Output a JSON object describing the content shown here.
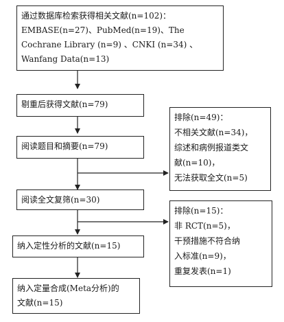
{
  "flow": {
    "identified": [
      "通过数据库检索获得相关文献(n=102)：",
      "EMBASE(n=27)、PubMed(n=19)、The",
      "Cochrane Library (n=9) 、CNKI (n=34) 、",
      "Wanfang Data(n=13)"
    ],
    "after_dedup": "剔重后获得文献(n=79)",
    "screened": "阅读题目和摘要(n=79)",
    "full_text": "阅读全文复筛(n=30)",
    "qualitative": "纳入定性分析的文献(n=15)",
    "quantitative": [
      "纳入定量合成(Meta分析)的",
      "文献(n=15)"
    ]
  },
  "exclusions": {
    "screening": [
      "排除(n=49)：",
      "不相关文献(n=34)，",
      "综述和病例报道类文",
      "献(n=10)，",
      "无法获取全文(n=5)"
    ],
    "full_text": [
      "排除(n=15)：",
      "非 RCT(n=5)，",
      "干预措施不符合纳",
      "入标准(n=9)，",
      "重复发表(n=1)"
    ]
  }
}
